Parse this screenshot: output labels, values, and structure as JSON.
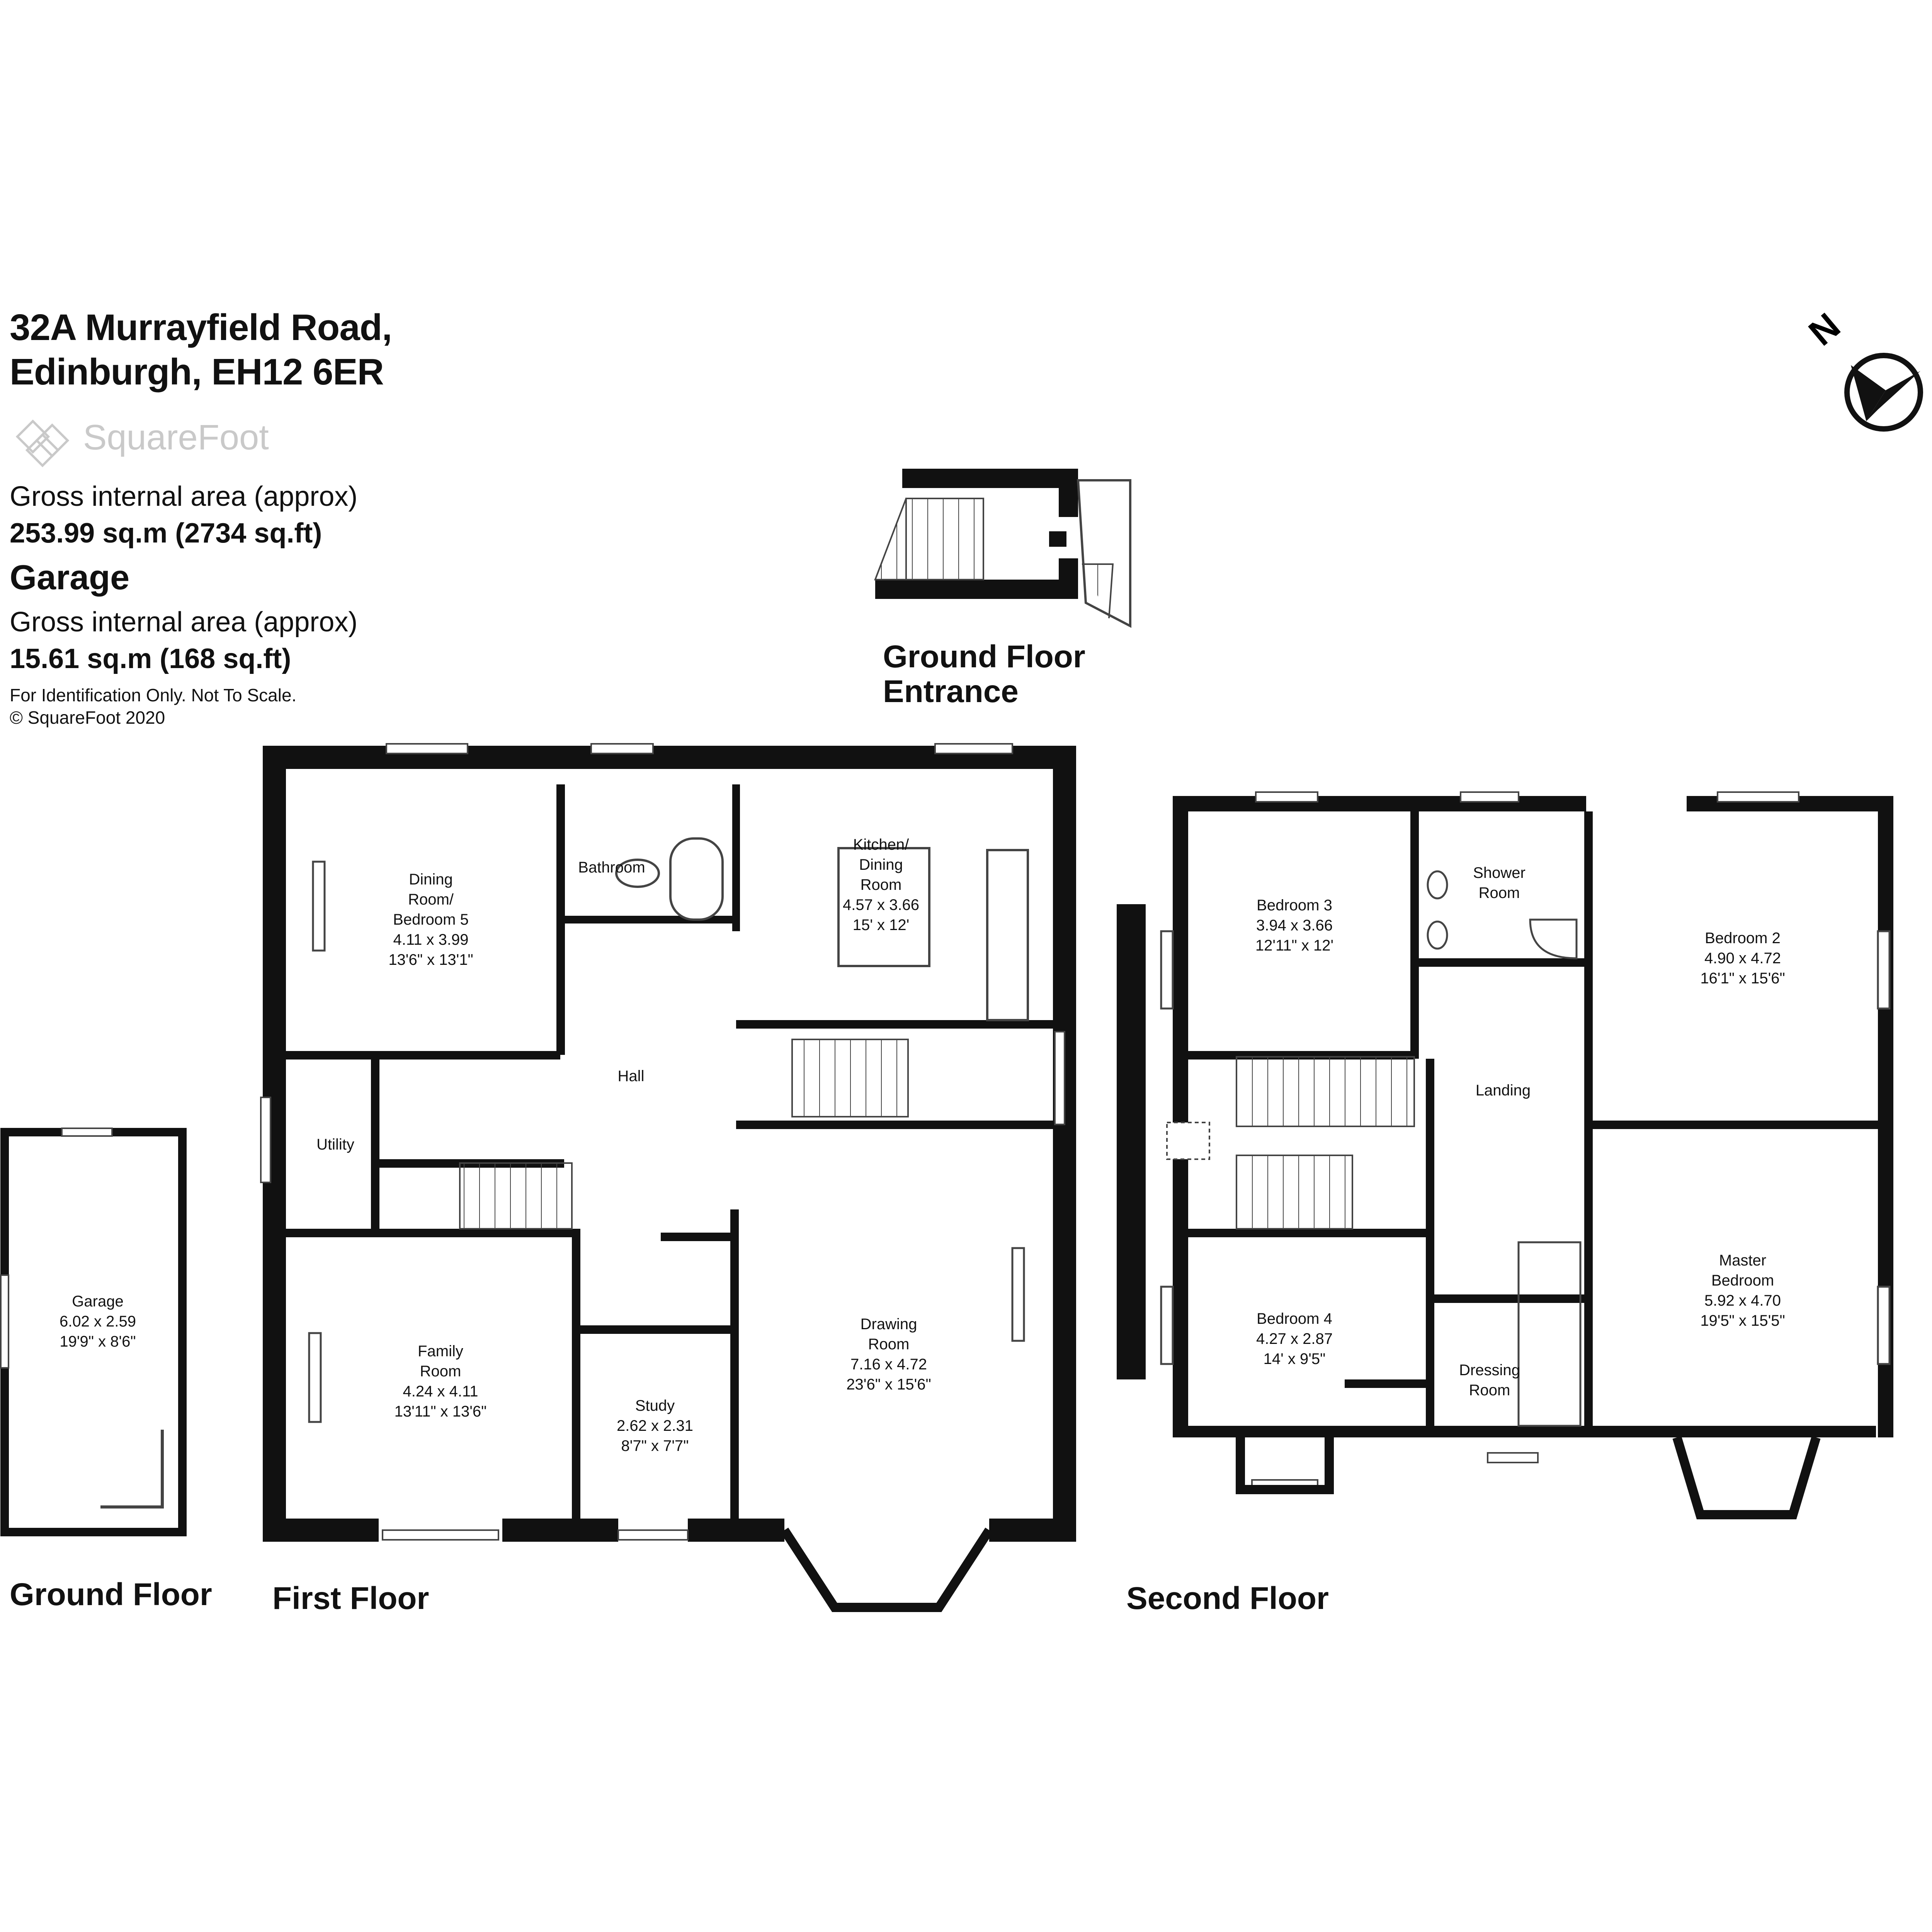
{
  "property": {
    "address_line1": "32A Murrayfield Road,",
    "address_line2": "Edinburgh, EH12 6ER",
    "logo_text": "SquareFoot"
  },
  "areas": {
    "gross_label": "Gross internal area (approx)",
    "gross_value": "253.99 sq.m (2734 sq.ft)",
    "garage_heading": "Garage",
    "garage_label": "Gross internal area (approx)",
    "garage_value": "15.61 sq.m (168 sq.ft)",
    "disclaimer": "For Identification Only. Not To Scale.",
    "copyright": "© SquareFoot 2020"
  },
  "floor_labels": {
    "ground_floor": "Ground Floor",
    "first_floor": "First Floor",
    "second_floor": "Second Floor",
    "entrance_line1": "Ground Floor",
    "entrance_line2": "Entrance"
  },
  "compass": {
    "label": "N"
  },
  "rooms": [
    {
      "id": "garage",
      "name": "Garage",
      "dims_m": "6.02 x 2.59",
      "dims_ft": "19'9\" x 8'6\""
    },
    {
      "id": "dining",
      "name": "Dining\nRoom/\nBedroom 5",
      "dims_m": "4.11 x 3.99",
      "dims_ft": "13'6\" x 13'1\""
    },
    {
      "id": "bathroom",
      "name": "Bathroom",
      "dims_m": "",
      "dims_ft": ""
    },
    {
      "id": "kitchen",
      "name": "Kitchen/\nDining\nRoom",
      "dims_m": "4.57 x 3.66",
      "dims_ft": "15' x 12'"
    },
    {
      "id": "hall",
      "name": "Hall",
      "dims_m": "",
      "dims_ft": ""
    },
    {
      "id": "utility",
      "name": "Utility",
      "dims_m": "",
      "dims_ft": ""
    },
    {
      "id": "family",
      "name": "Family\nRoom",
      "dims_m": "4.24 x 4.11",
      "dims_ft": "13'11\" x 13'6\""
    },
    {
      "id": "study",
      "name": "Study",
      "dims_m": "2.62 x 2.31",
      "dims_ft": "8'7\" x 7'7\""
    },
    {
      "id": "drawing",
      "name": "Drawing\nRoom",
      "dims_m": "7.16 x 4.72",
      "dims_ft": "23'6\" x 15'6\""
    },
    {
      "id": "bedroom3",
      "name": "Bedroom 3",
      "dims_m": "3.94 x 3.66",
      "dims_ft": "12'11\" x 12'"
    },
    {
      "id": "shower",
      "name": "Shower\nRoom",
      "dims_m": "",
      "dims_ft": ""
    },
    {
      "id": "bedroom2",
      "name": "Bedroom 2",
      "dims_m": "4.90 x 4.72",
      "dims_ft": "16'1\" x 15'6\""
    },
    {
      "id": "landing",
      "name": "Landing",
      "dims_m": "",
      "dims_ft": ""
    },
    {
      "id": "bedroom4",
      "name": "Bedroom 4",
      "dims_m": "4.27 x 2.87",
      "dims_ft": "14' x 9'5\""
    },
    {
      "id": "dressing",
      "name": "Dressing\nRoom",
      "dims_m": "",
      "dims_ft": ""
    },
    {
      "id": "master",
      "name": "Master\nBedroom",
      "dims_m": "5.92 x 4.70",
      "dims_ft": "19'5\" x 15'5\""
    }
  ]
}
